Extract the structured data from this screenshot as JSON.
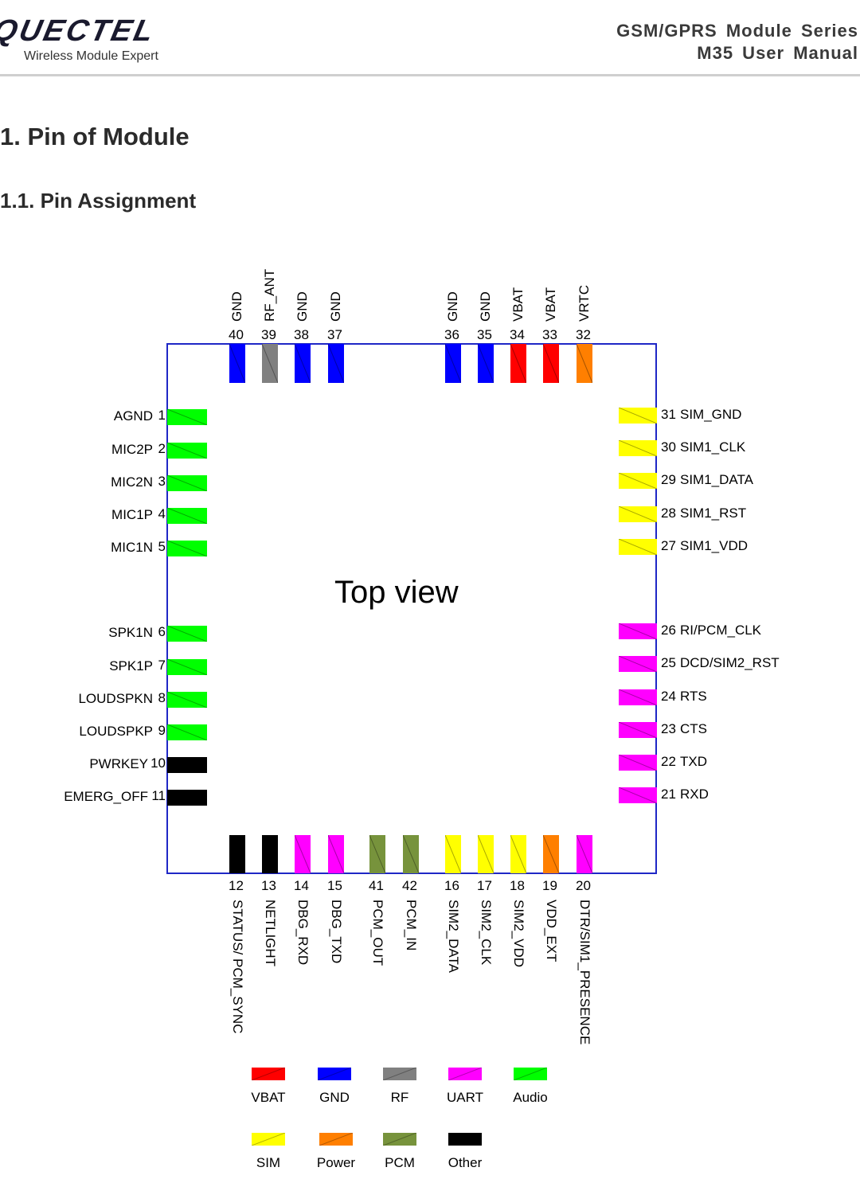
{
  "header": {
    "logo_text": "QUECTEL",
    "logo_tagline": "Wireless Module Expert",
    "series": "GSM/GPRS  Module  Series",
    "manual": "M35  User  Manual"
  },
  "section": {
    "title": "1. Pin of Module",
    "subtitle": "1.1.  Pin Assignment"
  },
  "diagram": {
    "center_label": "Top view",
    "colors": {
      "VBAT": "#ff0000",
      "GND": "#0000ff",
      "RF": "#808080",
      "UART": "#ff00ff",
      "Audio": "#00ff00",
      "SIM": "#ffff00",
      "Power": "#ff7f00",
      "PCM": "#77933c",
      "Other": "#000000"
    },
    "top_pins": [
      {
        "num": "40",
        "name": "GND",
        "type": "GND"
      },
      {
        "num": "39",
        "name": "RF_ANT",
        "type": "RF"
      },
      {
        "num": "38",
        "name": "GND",
        "type": "GND"
      },
      {
        "num": "37",
        "name": "GND",
        "type": "GND"
      },
      {
        "num": "36",
        "name": "GND",
        "type": "GND"
      },
      {
        "num": "35",
        "name": "GND",
        "type": "GND"
      },
      {
        "num": "34",
        "name": "VBAT",
        "type": "VBAT"
      },
      {
        "num": "33",
        "name": "VBAT",
        "type": "VBAT"
      },
      {
        "num": "32",
        "name": "VRTC",
        "type": "Power"
      }
    ],
    "left_pins": [
      {
        "num": "1",
        "name": "AGND",
        "type": "Audio"
      },
      {
        "num": "2",
        "name": "MIC2P",
        "type": "Audio"
      },
      {
        "num": "3",
        "name": "MIC2N",
        "type": "Audio"
      },
      {
        "num": "4",
        "name": "MIC1P",
        "type": "Audio"
      },
      {
        "num": "5",
        "name": "MIC1N",
        "type": "Audio"
      },
      {
        "num": "6",
        "name": "SPK1N",
        "type": "Audio"
      },
      {
        "num": "7",
        "name": "SPK1P",
        "type": "Audio"
      },
      {
        "num": "8",
        "name": "LOUDSPKN",
        "type": "Audio"
      },
      {
        "num": "9",
        "name": "LOUDSPKP",
        "type": "Audio"
      },
      {
        "num": "10",
        "name": "PWRKEY",
        "type": "Other"
      },
      {
        "num": "11",
        "name": "EMERG_OFF",
        "type": "Other"
      }
    ],
    "right_pins": [
      {
        "num": "31",
        "name": "SIM_GND",
        "type": "SIM"
      },
      {
        "num": "30",
        "name": "SIM1_CLK",
        "type": "SIM"
      },
      {
        "num": "29",
        "name": "SIM1_DATA",
        "type": "SIM"
      },
      {
        "num": "28",
        "name": "SIM1_RST",
        "type": "SIM"
      },
      {
        "num": "27",
        "name": "SIM1_VDD",
        "type": "SIM"
      },
      {
        "num": "26",
        "name": "RI/PCM_CLK",
        "type": "UART"
      },
      {
        "num": "25",
        "name": "DCD/SIM2_RST",
        "type": "UART"
      },
      {
        "num": "24",
        "name": "RTS",
        "type": "UART"
      },
      {
        "num": "23",
        "name": "CTS",
        "type": "UART"
      },
      {
        "num": "22",
        "name": " TXD",
        "type": "UART"
      },
      {
        "num": "21",
        "name": "RXD",
        "type": "UART"
      }
    ],
    "bottom_pins": [
      {
        "num": "12",
        "name": "STATUS/ PCM_SYNC",
        "type": "Other"
      },
      {
        "num": "13",
        "name": "NETLIGHT",
        "type": "Other"
      },
      {
        "num": "14",
        "name": "DBG_RXD",
        "type": "UART"
      },
      {
        "num": "15",
        "name": "DBG_TXD",
        "type": "UART"
      },
      {
        "num": "41",
        "name": "PCM_OUT",
        "type": "PCM"
      },
      {
        "num": "42",
        "name": "PCM_IN",
        "type": "PCM"
      },
      {
        "num": "16",
        "name": "SIM2_DATA",
        "type": "SIM"
      },
      {
        "num": "17",
        "name": "SIM2_CLK",
        "type": "SIM"
      },
      {
        "num": "18",
        "name": "SIM2_VDD",
        "type": "SIM"
      },
      {
        "num": "19",
        "name": "VDD_EXT",
        "type": "Power"
      },
      {
        "num": "20",
        "name": "DTR/SIM1_PRESENCE",
        "type": "UART"
      }
    ],
    "legend": [
      {
        "label": "VBAT",
        "type": "VBAT"
      },
      {
        "label": "GND",
        "type": "GND"
      },
      {
        "label": "RF",
        "type": "RF"
      },
      {
        "label": "UART",
        "type": "UART"
      },
      {
        "label": "Audio",
        "type": "Audio"
      },
      {
        "label": "SIM",
        "type": "SIM"
      },
      {
        "label": "Power",
        "type": "Power"
      },
      {
        "label": "PCM",
        "type": "PCM"
      },
      {
        "label": "Other",
        "type": "Other"
      }
    ]
  }
}
